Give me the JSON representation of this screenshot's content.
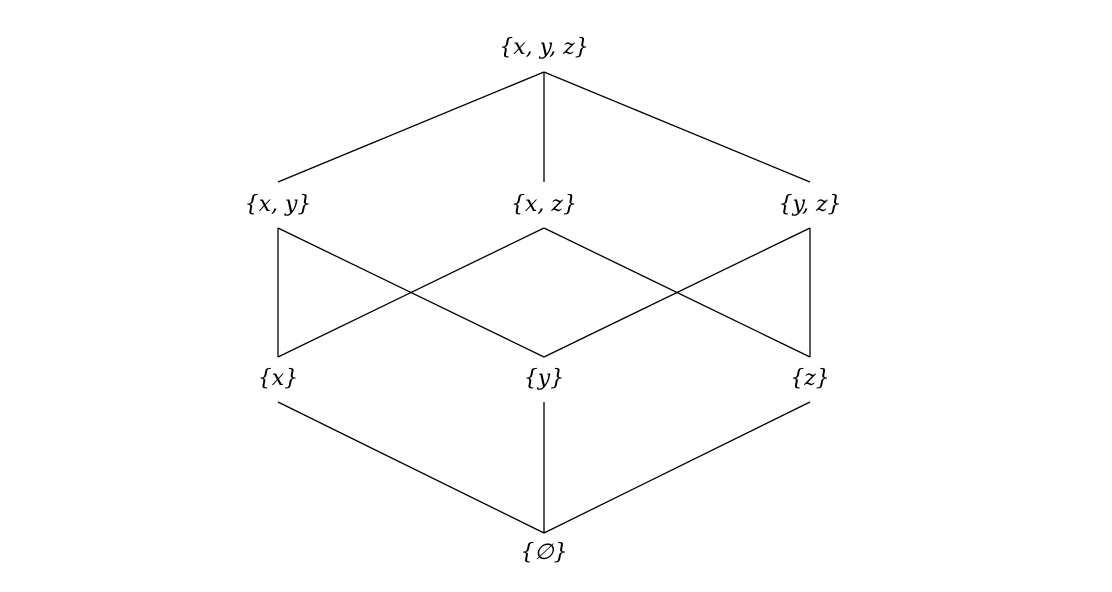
{
  "diagram": {
    "nodes": [
      {
        "id": "xyz",
        "label": "{x, y, z}"
      },
      {
        "id": "xy",
        "label": "{x, y}"
      },
      {
        "id": "xz",
        "label": "{x, z}"
      },
      {
        "id": "yz",
        "label": "{y, z}"
      },
      {
        "id": "x",
        "label": "{x}"
      },
      {
        "id": "y",
        "label": "{y}"
      },
      {
        "id": "z",
        "label": "{z}"
      },
      {
        "id": "empty",
        "label": "{∅}"
      }
    ],
    "edges": [
      [
        "xyz",
        "xy"
      ],
      [
        "xyz",
        "xz"
      ],
      [
        "xyz",
        "yz"
      ],
      [
        "xy",
        "x"
      ],
      [
        "xy",
        "y"
      ],
      [
        "xz",
        "x"
      ],
      [
        "xz",
        "z"
      ],
      [
        "yz",
        "y"
      ],
      [
        "yz",
        "z"
      ],
      [
        "x",
        "empty"
      ],
      [
        "y",
        "empty"
      ],
      [
        "z",
        "empty"
      ]
    ]
  }
}
